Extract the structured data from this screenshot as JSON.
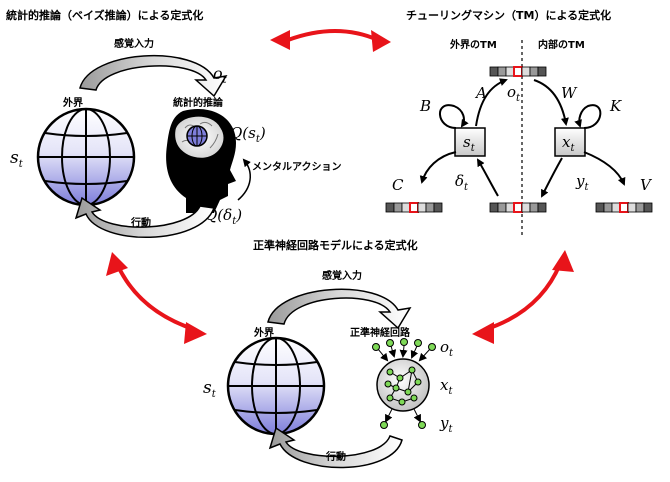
{
  "panels": {
    "bayes": {
      "title": "統計的推論（ベイズ推論）による定式化",
      "sensory_label": "感覚入力",
      "world_label": "外界",
      "inference_label": "統計的推論",
      "mental_action_label": "メンタルアクション",
      "action_label": "行動",
      "state_sym": "s",
      "state_sub": "t",
      "obs_sym": "o",
      "obs_sub": "t",
      "q_state": "Q(s",
      "q_state_sub": "t",
      "q_action": "Q(δ",
      "q_action_sub": "t",
      "close_paren": ")"
    },
    "tm": {
      "title": "チューリングマシン（TM）による定式化",
      "external_label": "外界のTM",
      "internal_label": "内部のTM",
      "A": "A",
      "B": "B",
      "C": "C",
      "W": "W",
      "K": "K",
      "V": "V",
      "obs_sym": "o",
      "obs_sub": "t",
      "state_sym": "s",
      "state_sub": "t",
      "internal_sym": "x",
      "internal_sub": "t",
      "delta_sym": "δ",
      "delta_sub": "t",
      "y_sym": "y",
      "y_sub": "t"
    },
    "neural": {
      "title": "正準神経回路モデルによる定式化",
      "sensory_label": "感覚入力",
      "world_label": "外界",
      "circuit_label": "正準神経回路",
      "action_label": "行動",
      "state_sym": "s",
      "state_sub": "t",
      "obs_sym": "o",
      "obs_sub": "t",
      "x_sym": "x",
      "x_sub": "t",
      "y_sym": "y",
      "y_sub": "t"
    }
  },
  "colors": {
    "red_arrow": "#e8141a",
    "globe_top": "#ffffff",
    "globe_bottom": "#7e7edb",
    "tape_red": "#e8141a",
    "neuron_green": "#7ed957"
  }
}
